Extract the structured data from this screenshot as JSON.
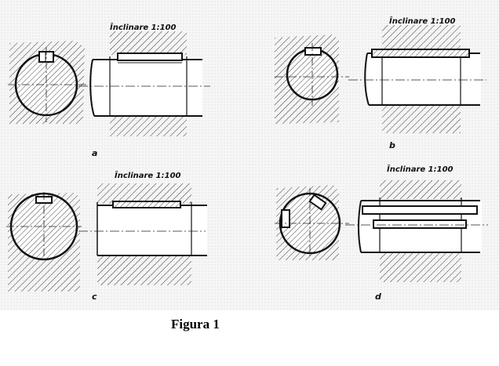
{
  "panels": [
    {
      "id": "a",
      "letter": "a",
      "inclination_label": "Înclinare 1:100"
    },
    {
      "id": "b",
      "letter": "b",
      "inclination_label": "Înclinare 1:100"
    },
    {
      "id": "c",
      "letter": "c",
      "inclination_label": "Înclinare 1:100"
    },
    {
      "id": "d",
      "letter": "d",
      "inclination_label": "Înclinare 1:100"
    }
  ],
  "caption": "Figura 1"
}
